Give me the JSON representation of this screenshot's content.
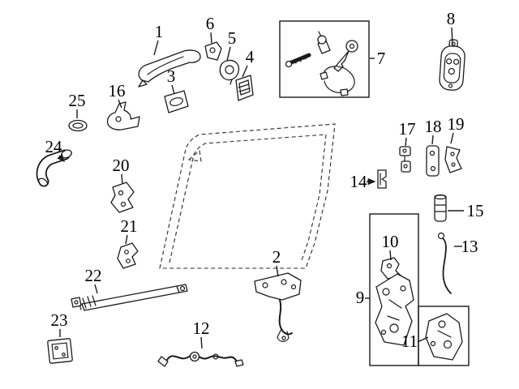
{
  "figure": {
    "type": "exploded-parts-diagram",
    "subject": "door lock and handle assembly",
    "background_color": "#ffffff",
    "line_color": "#1a1a1a"
  },
  "callouts": [
    {
      "label": "1"
    },
    {
      "label": "2"
    },
    {
      "label": "3"
    },
    {
      "label": "4"
    },
    {
      "label": "5"
    },
    {
      "label": "6"
    },
    {
      "label": "7"
    },
    {
      "label": "8"
    },
    {
      "label": "9"
    },
    {
      "label": "10"
    },
    {
      "label": "11"
    },
    {
      "label": "12"
    },
    {
      "label": "13"
    },
    {
      "label": "14"
    },
    {
      "label": "15"
    },
    {
      "label": "16"
    },
    {
      "label": "17"
    },
    {
      "label": "18"
    },
    {
      "label": "19"
    },
    {
      "label": "20"
    },
    {
      "label": "21"
    },
    {
      "label": "22"
    },
    {
      "label": "23"
    },
    {
      "label": "24"
    },
    {
      "label": "25"
    }
  ]
}
